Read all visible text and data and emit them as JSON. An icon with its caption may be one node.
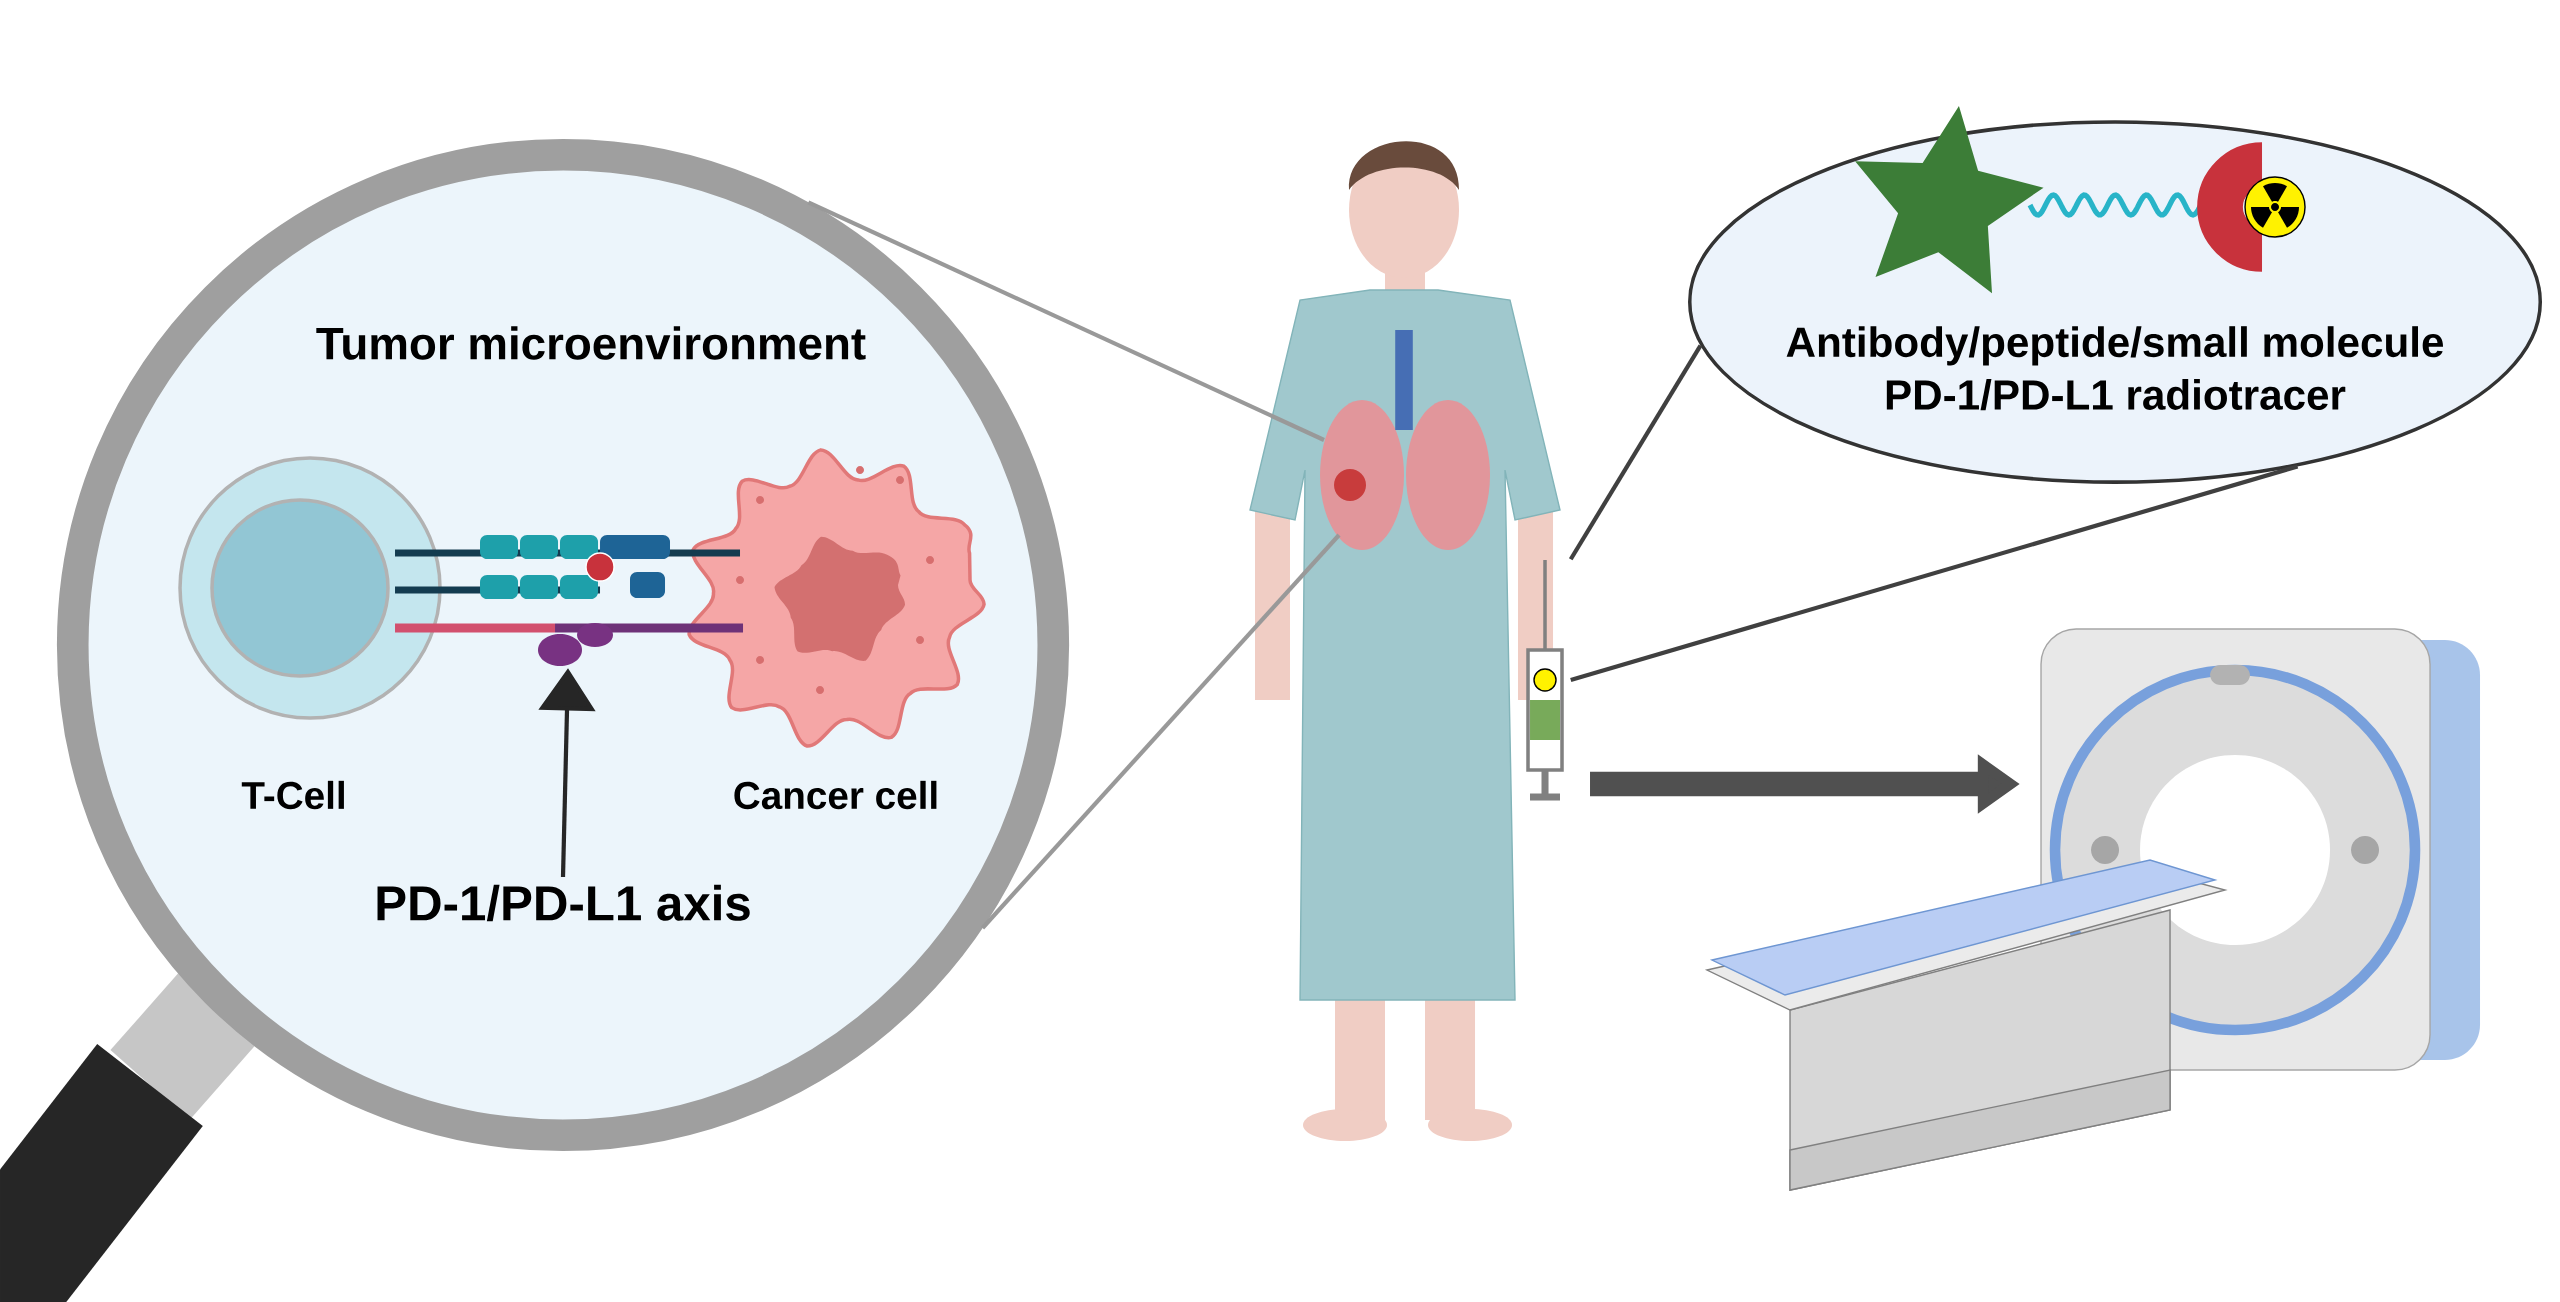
{
  "diagram": {
    "nodes": [
      {
        "text": [
          "Tumor microenvironment"
        ]
      },
      {
        "text": [
          "T-Cell"
        ],
        "in": 0
      },
      {
        "text": [
          "Cancer cell"
        ],
        "in": 0
      },
      {
        "text": [],
        "shape": "picture",
        "in": 0
      },
      {
        "text": [
          "PD-1/PD-L1 axis"
        ],
        "in": 0
      },
      {
        "text": [],
        "shape": "person"
      },
      {
        "text": [],
        "shape": "picture"
      },
      {
        "text": [
          "Antibody/peptide/small molecule PD-1/PD-L1 radiotracer"
        ]
      },
      {
        "text": [],
        "shape": "picture"
      }
    ],
    "edges": [
      {
        "from": 4,
        "to": 3,
        "arrow": "to",
        "color": "#262626"
      },
      {
        "from": 0,
        "to": 5,
        "arrow": "none"
      },
      {
        "from": 0,
        "to": 5,
        "arrow": "none"
      },
      {
        "from": 6,
        "to": 7,
        "arrow": "none",
        "color": "#404040"
      },
      {
        "from": 6,
        "to": 7,
        "arrow": "none",
        "color": "#404040"
      },
      {
        "from": 6,
        "to": 8,
        "arrow": "to",
        "style": "thick",
        "color": "#505050"
      }
    ]
  }
}
